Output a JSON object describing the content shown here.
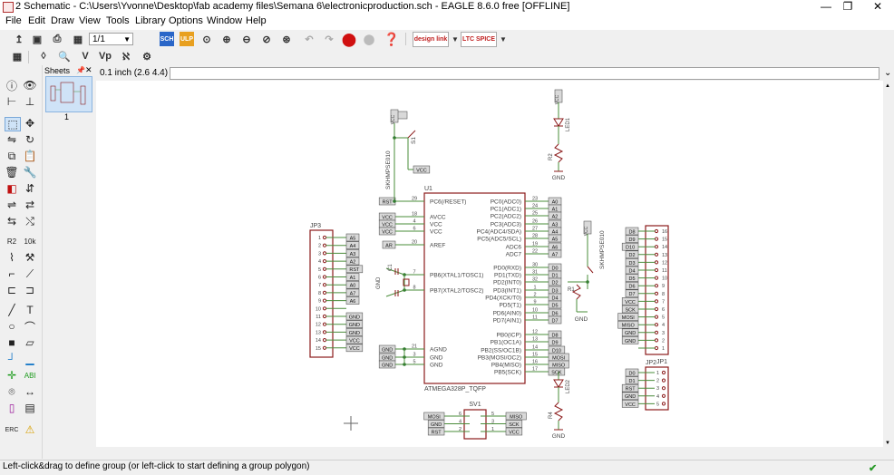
{
  "window": {
    "title": "2 Schematic - C:\\Users\\Yvonne\\Desktop\\fab academy files\\Semana 6\\electronicproduction.sch - EAGLE 8.6.0 free [OFFLINE]",
    "minimize": "—",
    "restore": "❐",
    "close": "✕"
  },
  "menu": [
    "File",
    "Edit",
    "Draw",
    "View",
    "Tools",
    "Library",
    "Options",
    "Window",
    "Help"
  ],
  "toolbar": {
    "sheet_select": "1/1",
    "designlink_label": "design link",
    "ltspice_label": "LTC SPICE"
  },
  "toolbar2": {
    "v_label": "V",
    "vp_label": "Vp"
  },
  "sheets": {
    "header": "Sheets",
    "sheet_number": "1"
  },
  "coords": "0.1 inch (2.6 4.4)",
  "status": "Left-click&drag to define group (or left-click to start defining a group polygon)",
  "colors": {
    "wire": "#4a8c3a",
    "part": "#8b1a1a",
    "text": "#444444",
    "junction": "#2f7a2f",
    "label_fill": "#d9d9d9"
  },
  "schematic": {
    "u1_name": "U1",
    "u1_value": "ATMEGA328P_TQFP",
    "u1_left_pins": [
      {
        "num": "29",
        "name": "PC6(/RESET)",
        "net": "RST"
      },
      {
        "num": "18",
        "name": "AVCC",
        "net": "VCC"
      },
      {
        "num": "4",
        "name": "VCC",
        "net": "VCC"
      },
      {
        "num": "6",
        "name": "VCC",
        "net": "VCC"
      },
      {
        "num": "20",
        "name": "AREF",
        "net": "AR"
      },
      {
        "num": "7",
        "name": "PB6(XTAL1/TOSC1)",
        "net": ""
      },
      {
        "num": "8",
        "name": "PB7(XTAL2/TOSC2)",
        "net": ""
      },
      {
        "num": "21",
        "name": "AGND",
        "net": "GND"
      },
      {
        "num": "3",
        "name": "GND",
        "net": "GND"
      },
      {
        "num": "5",
        "name": "GND",
        "net": "GND"
      }
    ],
    "u1_right_pins": [
      {
        "num": "23",
        "name": "PC0(ADC0)",
        "net": "A0"
      },
      {
        "num": "24",
        "name": "PC1(ADC1)",
        "net": "A1"
      },
      {
        "num": "25",
        "name": "PC2(ADC2)",
        "net": "A2"
      },
      {
        "num": "26",
        "name": "PC3(ADC3)",
        "net": "A3"
      },
      {
        "num": "27",
        "name": "PC4(ADC4/SDA)",
        "net": "A4"
      },
      {
        "num": "28",
        "name": "PC5(ADC5/SCL)",
        "net": "A5"
      },
      {
        "num": "19",
        "name": "ADC6",
        "net": "A6"
      },
      {
        "num": "22",
        "name": "ADC7",
        "net": "A7"
      },
      {
        "num": "30",
        "name": "PD0(RXD)",
        "net": "D0"
      },
      {
        "num": "31",
        "name": "PD1(TXD)",
        "net": "D1"
      },
      {
        "num": "32",
        "name": "PD2(INT0)",
        "net": "D2"
      },
      {
        "num": "1",
        "name": "PD3(INT1)",
        "net": "D3"
      },
      {
        "num": "2",
        "name": "PD4(XCK/T0)",
        "net": "D4"
      },
      {
        "num": "9",
        "name": "PD5(T1)",
        "net": "D5"
      },
      {
        "num": "10",
        "name": "PD6(AIN0)",
        "net": "D6"
      },
      {
        "num": "11",
        "name": "PD7(AIN1)",
        "net": "D7"
      },
      {
        "num": "12",
        "name": "PB0(ICP)",
        "net": "D8"
      },
      {
        "num": "13",
        "name": "PB1(OC1A)",
        "net": "D9"
      },
      {
        "num": "14",
        "name": "PB2(SS/OC1B)",
        "net": "D10"
      },
      {
        "num": "15",
        "name": "PB3(MOSI/OC2)",
        "net": "MOSI"
      },
      {
        "num": "16",
        "name": "PB4(MISO)",
        "net": "MISO"
      },
      {
        "num": "17",
        "name": "PB5(SCK)",
        "net": "SCK"
      }
    ],
    "jp3": {
      "name": "JP3",
      "pins": [
        "1",
        "2",
        "3",
        "4",
        "5",
        "6",
        "7",
        "8",
        "9",
        "10",
        "11",
        "12",
        "13",
        "14",
        "15"
      ],
      "nets": [
        "A5",
        "A4",
        "A3",
        "A2",
        "RST",
        "A1",
        "A0",
        "A7",
        "A6",
        "",
        "GND",
        "GND",
        "GND",
        "VCC",
        "VCC"
      ]
    },
    "jp1": {
      "name": "JP1",
      "pins": [
        "16",
        "15",
        "14",
        "13",
        "12",
        "11",
        "10",
        "9",
        "8",
        "7",
        "6",
        "5",
        "4",
        "3",
        "2",
        "1"
      ],
      "nets": [
        "D8",
        "D9",
        "D10",
        "D2",
        "D3",
        "D4",
        "D5",
        "D6",
        "D7",
        "VCC",
        "SCK",
        "MOSI",
        "MISO",
        "GND",
        "GND",
        ""
      ]
    },
    "jp2": {
      "name": "JP2",
      "pins": [
        "1",
        "2",
        "3",
        "4",
        "5"
      ],
      "nets": [
        "D0",
        "D1",
        "RST",
        "GND",
        "VCC"
      ]
    },
    "sv1": {
      "name": "SV1",
      "left_pins": [
        "6",
        "4",
        "2"
      ],
      "right_pins": [
        "5",
        "3",
        "1"
      ],
      "left_nets": [
        "MOSI",
        "GND",
        "RST"
      ],
      "right_nets": [
        "MISO",
        "SCK",
        "VCC"
      ]
    },
    "s1_name": "S1",
    "s1_value": "SKHMPSE010",
    "s2_value": "SKHMPSE010",
    "r1_label": "R1",
    "c1_label": "C1",
    "led1_label": "LED1",
    "r2_label": "R2",
    "led2_label": "LED2",
    "r4_label": "R4",
    "gnd": "GND",
    "vcc": "VCC",
    "rst": "RST"
  }
}
